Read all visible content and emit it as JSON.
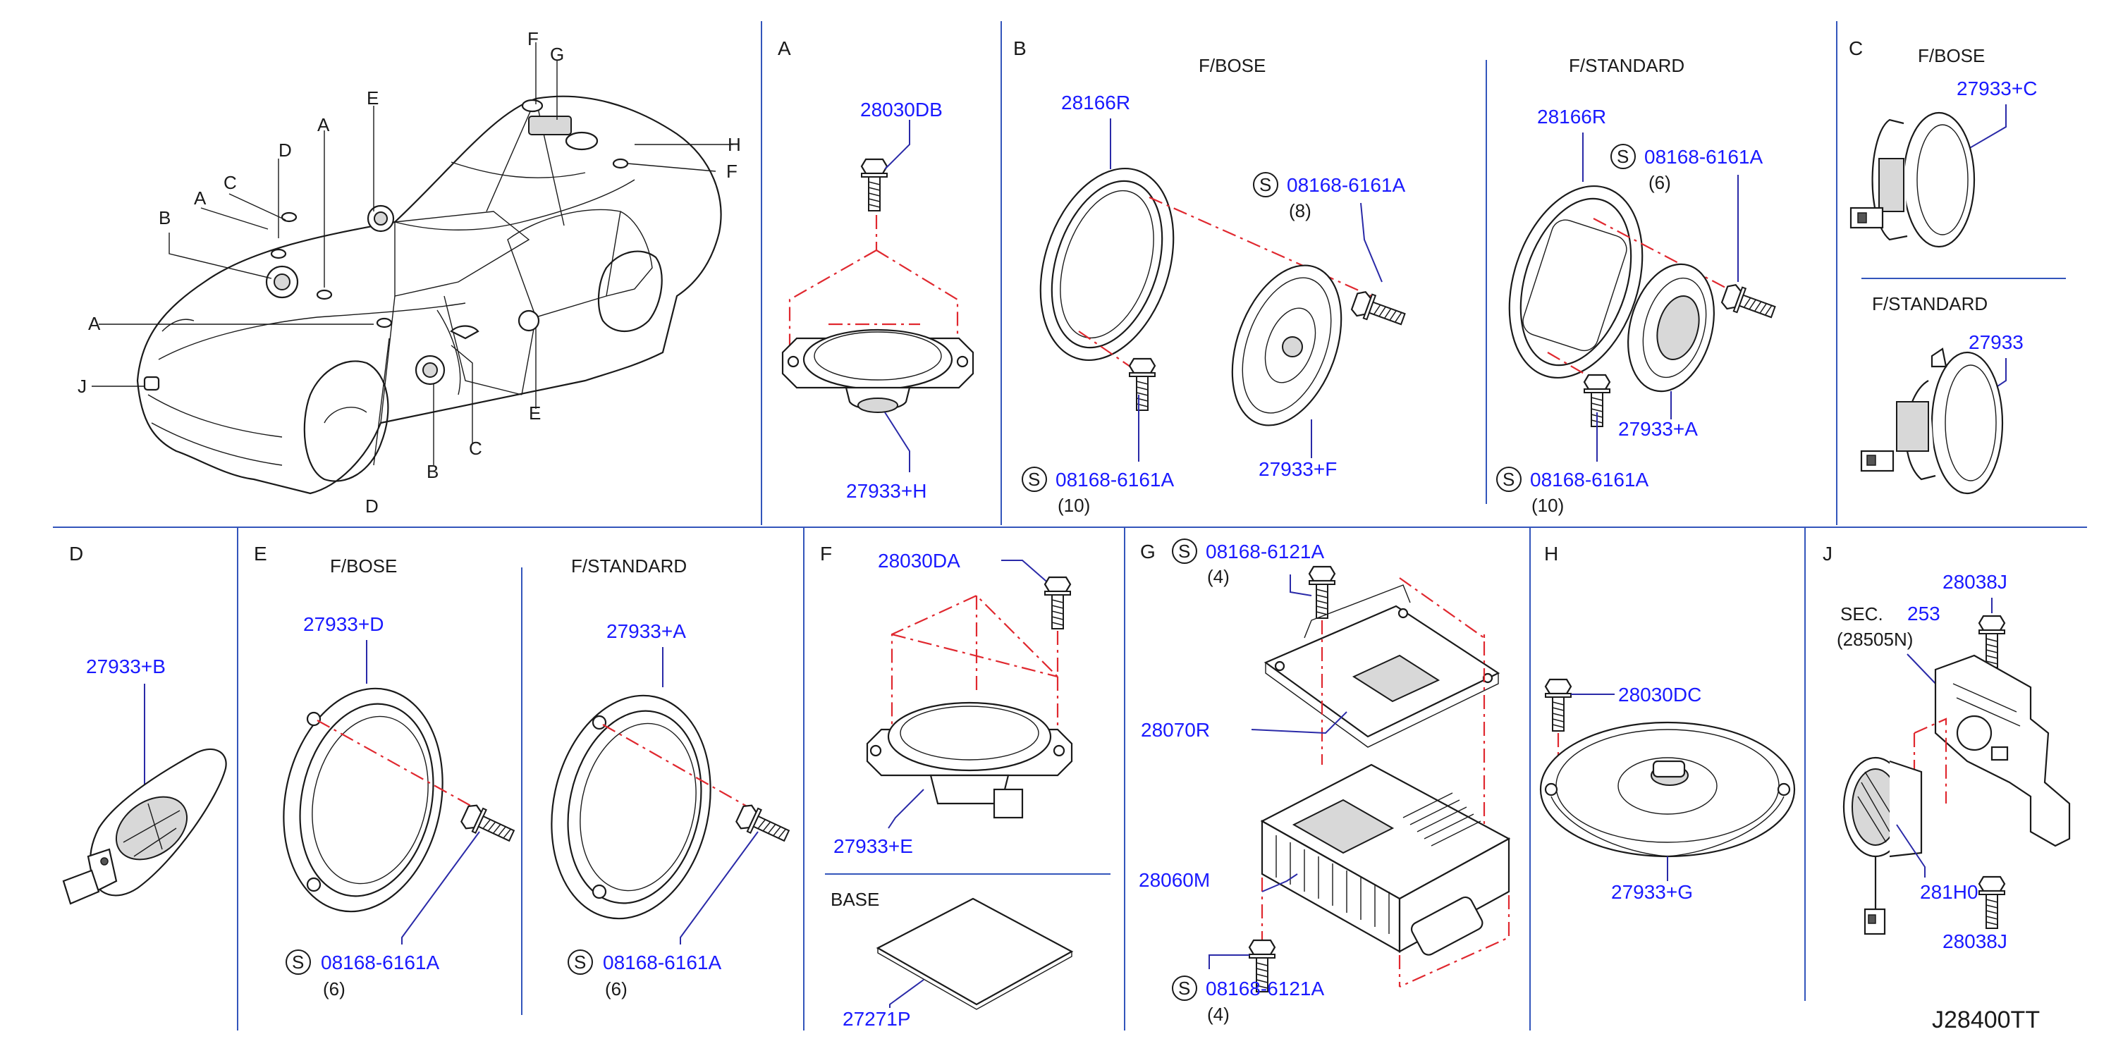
{
  "diagram_code": "J28400TT",
  "overview": {
    "letters": {
      "f_top": "F",
      "g": "G",
      "e_top": "E",
      "a_top": "A",
      "d": "D",
      "c_left": "C",
      "a_left": "A",
      "b_left": "B",
      "h": "H",
      "f_right": "F",
      "a_mid": "A",
      "j": "J",
      "e_bottom": "E",
      "c_bottom": "C",
      "b_bottom": "B",
      "d_bottom": "D"
    }
  },
  "sections": {
    "A": {
      "letter": "A",
      "parts": {
        "bolt": "28030DB",
        "speaker": "27933+H"
      }
    },
    "B": {
      "letter": "B",
      "variant_bose": "F/BOSE",
      "variant_standard": "F/STANDARD",
      "bose": {
        "bracket": "28166R",
        "screw_top": "08168-6161A",
        "screw_top_qty": "(8)",
        "screw_bottom": "08168-6161A",
        "screw_bottom_qty": "(10)",
        "speaker": "27933+F"
      },
      "standard": {
        "bracket": "28166R",
        "screw_top": "08168-6161A",
        "screw_top_qty": "(6)",
        "screw_bottom": "08168-6161A",
        "screw_bottom_qty": "(10)",
        "speaker": "27933+A"
      }
    },
    "C": {
      "letter": "C",
      "variant_bose": "F/BOSE",
      "variant_standard": "F/STANDARD",
      "bose_part": "27933+C",
      "standard_part": "27933"
    },
    "D": {
      "letter": "D",
      "part": "27933+B"
    },
    "E": {
      "letter": "E",
      "variant_bose": "F/BOSE",
      "variant_standard": "F/STANDARD",
      "bose": {
        "speaker": "27933+D",
        "screw": "08168-6161A",
        "qty": "(6)"
      },
      "standard": {
        "speaker": "27933+A",
        "screw": "08168-6161A",
        "qty": "(6)"
      }
    },
    "F": {
      "letter": "F",
      "bolt": "28030DA",
      "speaker": "27933+E",
      "base_label": "BASE",
      "base_part": "27271P"
    },
    "G": {
      "letter": "G",
      "screw_top": "08168-6121A",
      "screw_top_qty": "(4)",
      "bracket": "28070R",
      "amplifier": "28060M",
      "screw_bottom": "08168-6121A",
      "screw_bottom_qty": "(4)"
    },
    "H": {
      "letter": "H",
      "bolt": "28030DC",
      "speaker": "27933+G"
    },
    "J": {
      "letter": "J",
      "bolt_top": "28038J",
      "sec_label": "SEC.",
      "sec_number": "253",
      "sec_ref": "(28505N)",
      "horn": "281H0",
      "bolt_bottom": "28038J"
    }
  },
  "screw_marker": "S",
  "colors": {
    "part_number": "#1a1aff",
    "divider": "#3355bb",
    "dashed_line": "#e0282f",
    "ink": "#1a1a1a"
  }
}
